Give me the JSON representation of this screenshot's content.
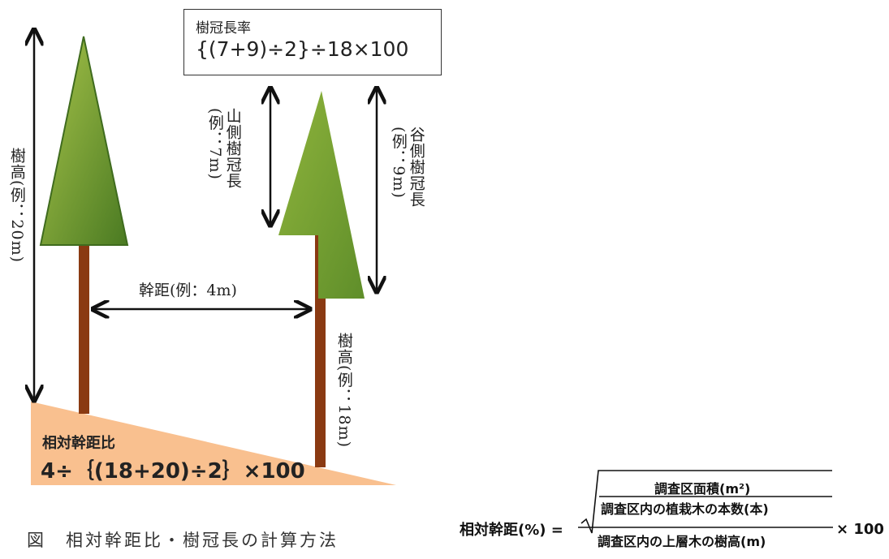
{
  "crown_ratio": {
    "title": "樹冠長率",
    "formula": "{(7+9)÷2}÷18×100"
  },
  "labels": {
    "left_height": "樹高(例：20m)",
    "mountain_crown": "山側樹冠長(例：7m)",
    "valley_crown": "谷側樹冠長(例：9m)",
    "trunk_distance": "幹距(例：4m)",
    "right_height": "樹高(例：18m)"
  },
  "ground": {
    "title": "相対幹距比",
    "formula": "4÷｛(18+20)÷2｝×100"
  },
  "caption": "図　相対幹距比・樹冠長の計算方法",
  "equation": {
    "lhs": "相対幹距(%) =",
    "numerator": "調査区面積(m²)",
    "numerator_denominator": "調査区内の植栽木の本数(本)",
    "denominator": "調査区内の上層木の樹高(m)",
    "multiplier": "× 100"
  },
  "colors": {
    "tree_dark": "#3f6b1e",
    "tree_light": "#a8c44a",
    "trunk": "#8a3a12",
    "ground": "#f9c08f"
  }
}
